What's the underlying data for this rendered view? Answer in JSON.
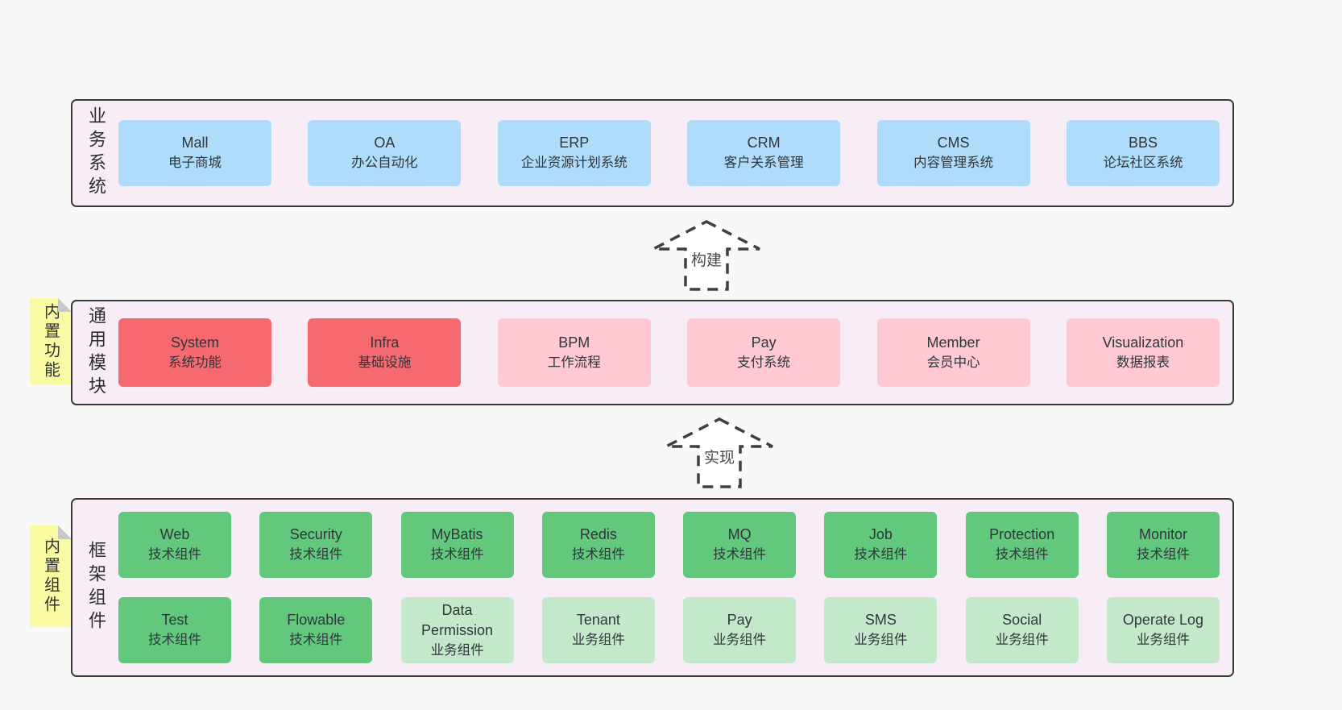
{
  "colors": {
    "page_bg": "#f8f8f8",
    "panel_bg": "#f8edf6",
    "panel_border": "#3a3a3a",
    "blue": "#aedcfa",
    "red": "#f5696f",
    "pink": "#fec9d3",
    "green": "#62c87c",
    "light_green": "#c4e8ca",
    "sticky_yellow": "#fafaa2",
    "sticky_fold": "#c8c8c8",
    "arrow_stroke": "#3f3f3f",
    "text": "#30363c"
  },
  "sections": {
    "business": {
      "label": "业务系统",
      "items": [
        {
          "name": "Mall",
          "desc": "电子商城",
          "variant": "blue"
        },
        {
          "name": "OA",
          "desc": "办公自动化",
          "variant": "blue"
        },
        {
          "name": "ERP",
          "desc": "企业资源计划系统",
          "variant": "blue"
        },
        {
          "name": "CRM",
          "desc": "客户关系管理",
          "variant": "blue"
        },
        {
          "name": "CMS",
          "desc": "内容管理系统",
          "variant": "blue"
        },
        {
          "name": "BBS",
          "desc": "论坛社区系统",
          "variant": "blue"
        }
      ]
    },
    "modules": {
      "label": "通用模块",
      "sticky": "内置功能",
      "items": [
        {
          "name": "System",
          "desc": "系统功能",
          "variant": "red"
        },
        {
          "name": "Infra",
          "desc": "基础设施",
          "variant": "red"
        },
        {
          "name": "BPM",
          "desc": "工作流程",
          "variant": "pink"
        },
        {
          "name": "Pay",
          "desc": "支付系统",
          "variant": "pink"
        },
        {
          "name": "Member",
          "desc": "会员中心",
          "variant": "pink"
        },
        {
          "name": "Visualization",
          "desc": "数据报表",
          "variant": "pink"
        }
      ]
    },
    "components": {
      "label": "框架组件",
      "sticky": "内置组件",
      "rows": [
        [
          {
            "name": "Web",
            "desc": "技术组件",
            "variant": "green"
          },
          {
            "name": "Security",
            "desc": "技术组件",
            "variant": "green"
          },
          {
            "name": "MyBatis",
            "desc": "技术组件",
            "variant": "green"
          },
          {
            "name": "Redis",
            "desc": "技术组件",
            "variant": "green"
          },
          {
            "name": "MQ",
            "desc": "技术组件",
            "variant": "green"
          },
          {
            "name": "Job",
            "desc": "技术组件",
            "variant": "green"
          },
          {
            "name": "Protection",
            "desc": "技术组件",
            "variant": "green"
          },
          {
            "name": "Monitor",
            "desc": "技术组件",
            "variant": "green"
          }
        ],
        [
          {
            "name": "Test",
            "desc": "技术组件",
            "variant": "green"
          },
          {
            "name": "Flowable",
            "desc": "技术组件",
            "variant": "green"
          },
          {
            "name": "Data Permission",
            "desc": "业务组件",
            "variant": "light_green"
          },
          {
            "name": "Tenant",
            "desc": "业务组件",
            "variant": "light_green"
          },
          {
            "name": "Pay",
            "desc": "业务组件",
            "variant": "light_green"
          },
          {
            "name": "SMS",
            "desc": "业务组件",
            "variant": "light_green"
          },
          {
            "name": "Social",
            "desc": "业务组件",
            "variant": "light_green"
          },
          {
            "name": "Operate Log",
            "desc": "业务组件",
            "variant": "light_green"
          }
        ]
      ]
    }
  },
  "arrows": [
    {
      "label": "构建"
    },
    {
      "label": "实现"
    }
  ]
}
